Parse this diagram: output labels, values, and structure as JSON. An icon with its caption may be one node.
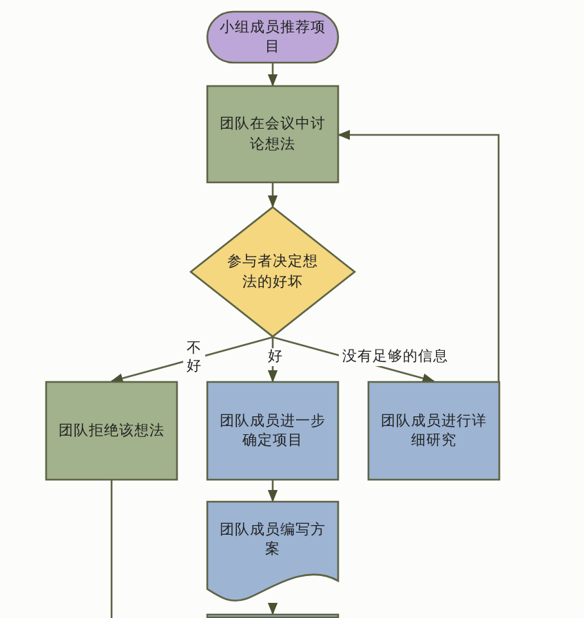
{
  "diagram": {
    "nodes": [
      {
        "text": [
          "小组成员推荐项目"
        ]
      },
      {
        "text": [
          "团队在会议中讨论想法"
        ]
      },
      {
        "text": [
          "参与者决定想法的好坏"
        ]
      },
      {
        "text": [
          "团队拒绝该想法"
        ]
      },
      {
        "text": [
          "团队成员进一步确定项目"
        ]
      },
      {
        "text": [
          "团队成员进行详细研究"
        ]
      },
      {
        "text": [
          "团队成员编写方案"
        ]
      },
      {
        "text": [],
        "shape": "box"
      }
    ],
    "edges": [
      {
        "from": 0,
        "to": 1,
        "arrow": "to"
      },
      {
        "from": 1,
        "to": 2,
        "arrow": "to"
      },
      {
        "from": 2,
        "to": 3,
        "label": "不好",
        "arrow": "to"
      },
      {
        "from": 2,
        "to": 4,
        "label": "好",
        "arrow": "to"
      },
      {
        "from": 2,
        "to": 5,
        "label": "没有足够的信息",
        "arrow": "to"
      },
      {
        "from": 5,
        "to": 1,
        "arrow": "to"
      },
      {
        "from": 4,
        "to": 6,
        "arrow": "to"
      },
      {
        "from": 6,
        "to": 7,
        "arrow": "to"
      },
      {
        "from": 3,
        "to": null,
        "arrow": "none"
      }
    ]
  }
}
